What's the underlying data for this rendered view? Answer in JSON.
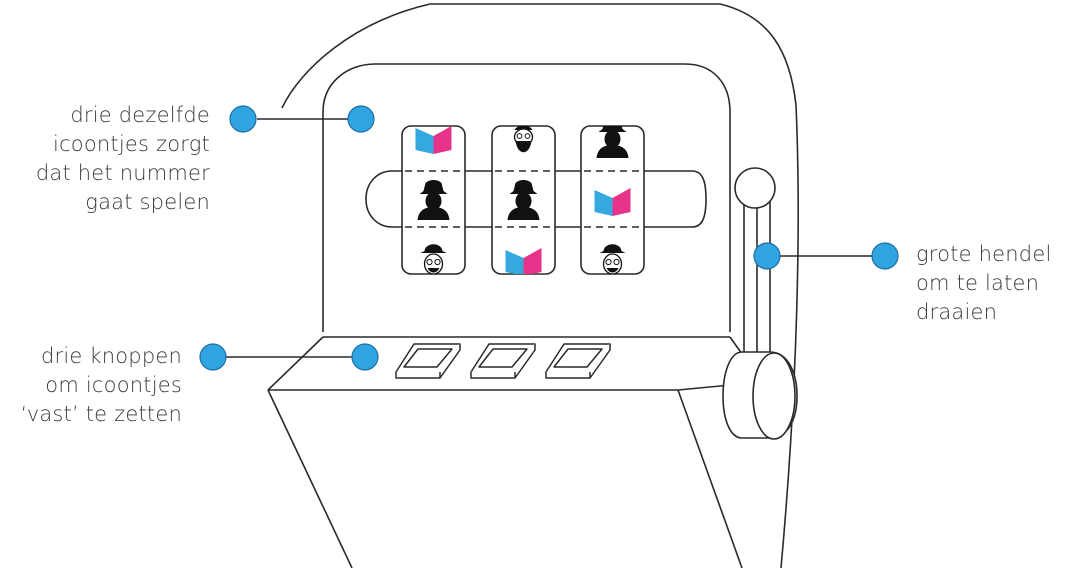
{
  "callouts": {
    "reels": {
      "lines": [
        "drie dezelfde",
        "icoontjes zorgt",
        "dat het nummer",
        "gaat spelen"
      ]
    },
    "buttons": {
      "lines": [
        "drie knoppen",
        "om icoontjes",
        "‘vast’ te zetten"
      ]
    },
    "lever": {
      "lines": [
        "grote hendel",
        "om te laten",
        "draaien"
      ]
    }
  },
  "reels": [
    [
      "book-icon",
      "bowler-hat-man-silhouette-icon",
      "bowler-hat-man-face-icon"
    ],
    [
      "bearded-man-face-icon",
      "bowler-hat-man-silhouette-icon",
      "book-icon"
    ],
    [
      "bowler-hat-man-silhouette-icon",
      "book-icon",
      "bowler-hat-man-face-icon"
    ]
  ],
  "colors": {
    "marker": "#2fa4e0",
    "marker_stroke": "#1e6fa3",
    "outline": "#2a2a2a",
    "text": "#3a3a3a",
    "book_pink": "#e8338b",
    "book_blue": "#35a8e0"
  }
}
